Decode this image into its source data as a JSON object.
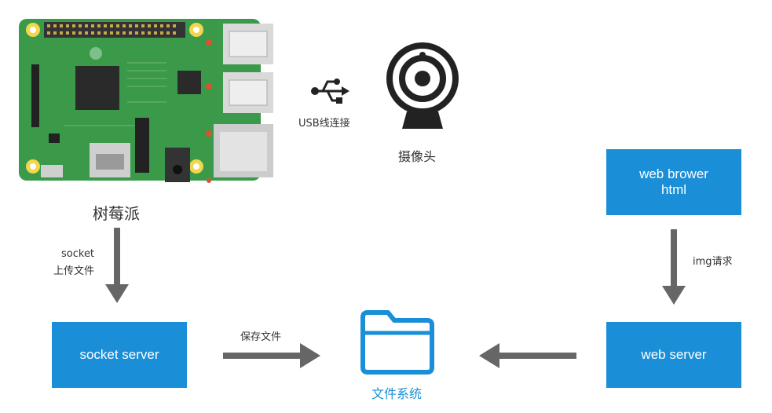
{
  "nodes": {
    "raspberry_pi": {
      "label": "树莓派"
    },
    "camera": {
      "label": "摄像头"
    },
    "usb": {
      "label": "USB线连接"
    },
    "socket_server": {
      "label": "socket server"
    },
    "file_system": {
      "label": "文件系统"
    },
    "web_server": {
      "label": "web server"
    },
    "web_browser": {
      "line1": "web brower",
      "line2": "html"
    }
  },
  "edges": {
    "pi_to_socket": {
      "line1": "socket",
      "line2": "上传文件"
    },
    "socket_to_fs": {
      "label": "保存文件"
    },
    "browser_to_webserver": {
      "label": "img请求"
    }
  },
  "colors": {
    "box_fill": "#1a8fd8",
    "arrow": "#666666",
    "pcb": "#3a9a4a",
    "folder": "#1a8fd8"
  }
}
